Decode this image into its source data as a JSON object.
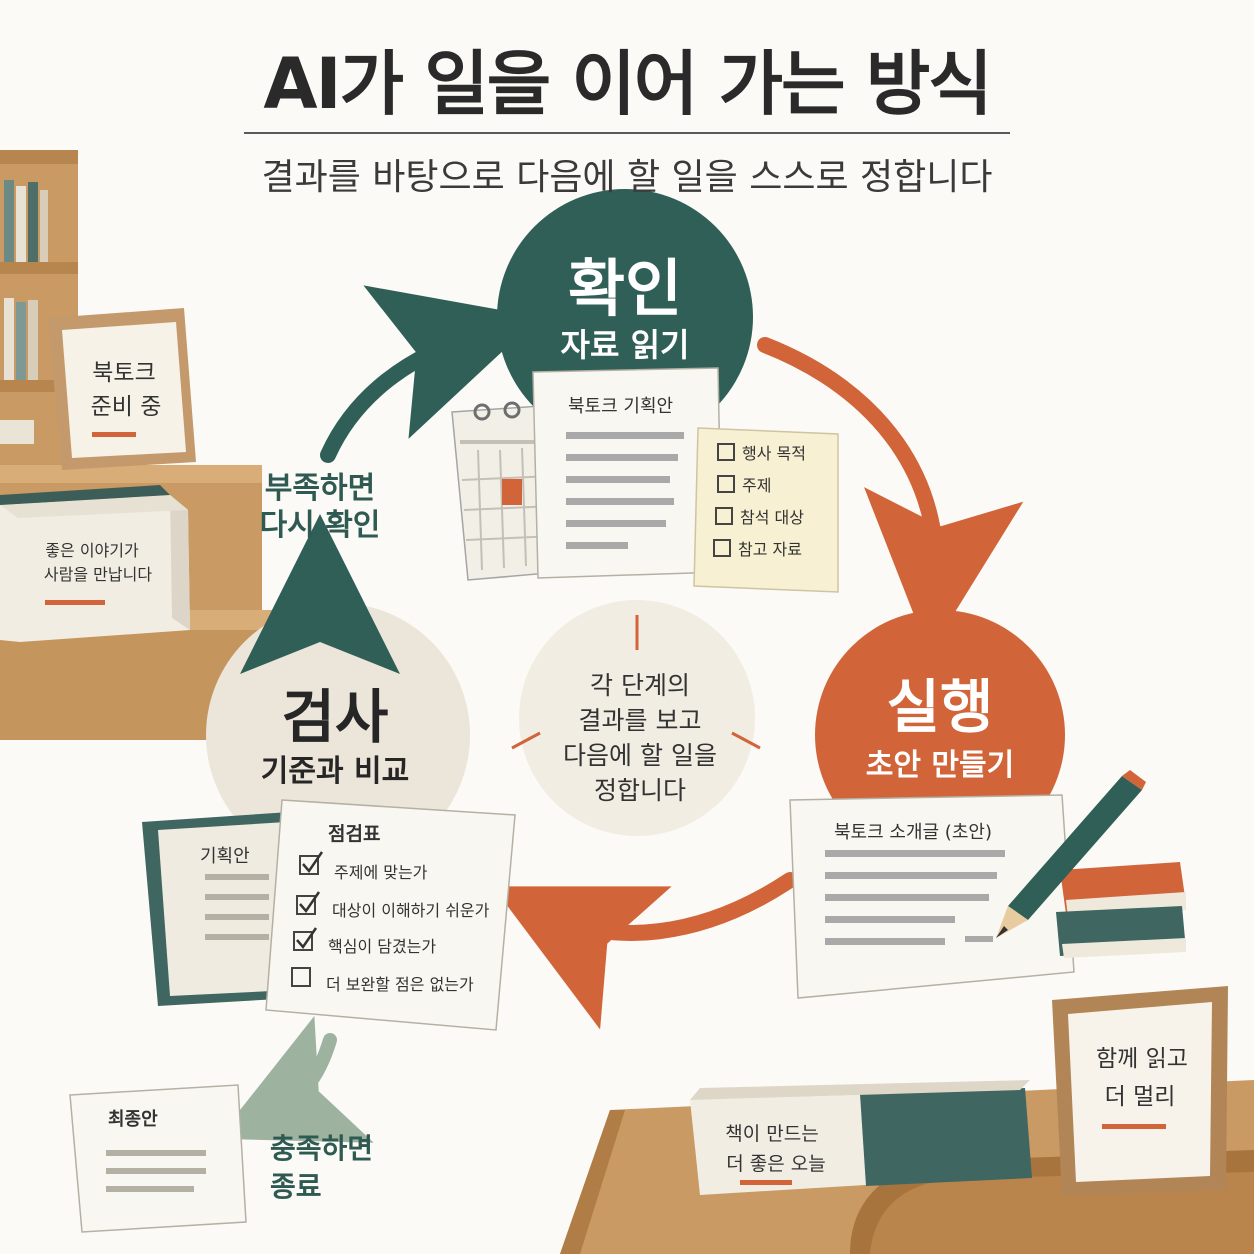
{
  "header": {
    "title": "AI가 일을 이어 가는 방식",
    "subtitle": "결과를 바탕으로 다음에 할 일을 스스로 정합니다"
  },
  "stages": {
    "check": {
      "name": "확인",
      "desc": "자료 읽기",
      "color": "#2f5f57"
    },
    "execute": {
      "name": "실행",
      "desc": "초안 만들기",
      "color": "#d2643a"
    },
    "inspect": {
      "name": "검사",
      "desc": "기준과 비교",
      "color": "#ece5da"
    }
  },
  "center_note": [
    "각 단계의",
    "결과를 보고",
    "다음에 할 일을",
    "정합니다"
  ],
  "loop_back_label": [
    "부족하면",
    "다시 확인"
  ],
  "finish_label": [
    "충족하면",
    "종료"
  ],
  "check_docs": {
    "plan_title": "북토크 기획안",
    "checklist": [
      "행사 목적",
      "주제",
      "참석 대상",
      "참고 자료"
    ]
  },
  "execute_doc": {
    "title": "북토크 소개글 (초안)"
  },
  "inspect_docs": {
    "book_label": "기획안",
    "checklist_title": "점검표",
    "items": [
      {
        "text": "주제에 맞는가",
        "checked": true
      },
      {
        "text": "대상이 이해하기 쉬운가",
        "checked": true
      },
      {
        "text": "핵심이 담겼는가",
        "checked": true
      },
      {
        "text": "더 보완할 점은 없는가",
        "checked": false
      }
    ]
  },
  "final_doc": {
    "title": "최종안"
  },
  "signs": {
    "top_left": [
      "북토크",
      "준비 중"
    ],
    "box_left": [
      "좋은 이야기가",
      "사람을 만납니다"
    ],
    "book_bottom": [
      "책이 만드는",
      "더 좋은 오늘"
    ],
    "frame_right": [
      "함께 읽고",
      "더 멀리"
    ]
  },
  "colors": {
    "green": "#2f5f57",
    "orange": "#d2643a",
    "beige": "#ece5da",
    "wood": "#c99a63",
    "paper": "#f7f4ec"
  }
}
